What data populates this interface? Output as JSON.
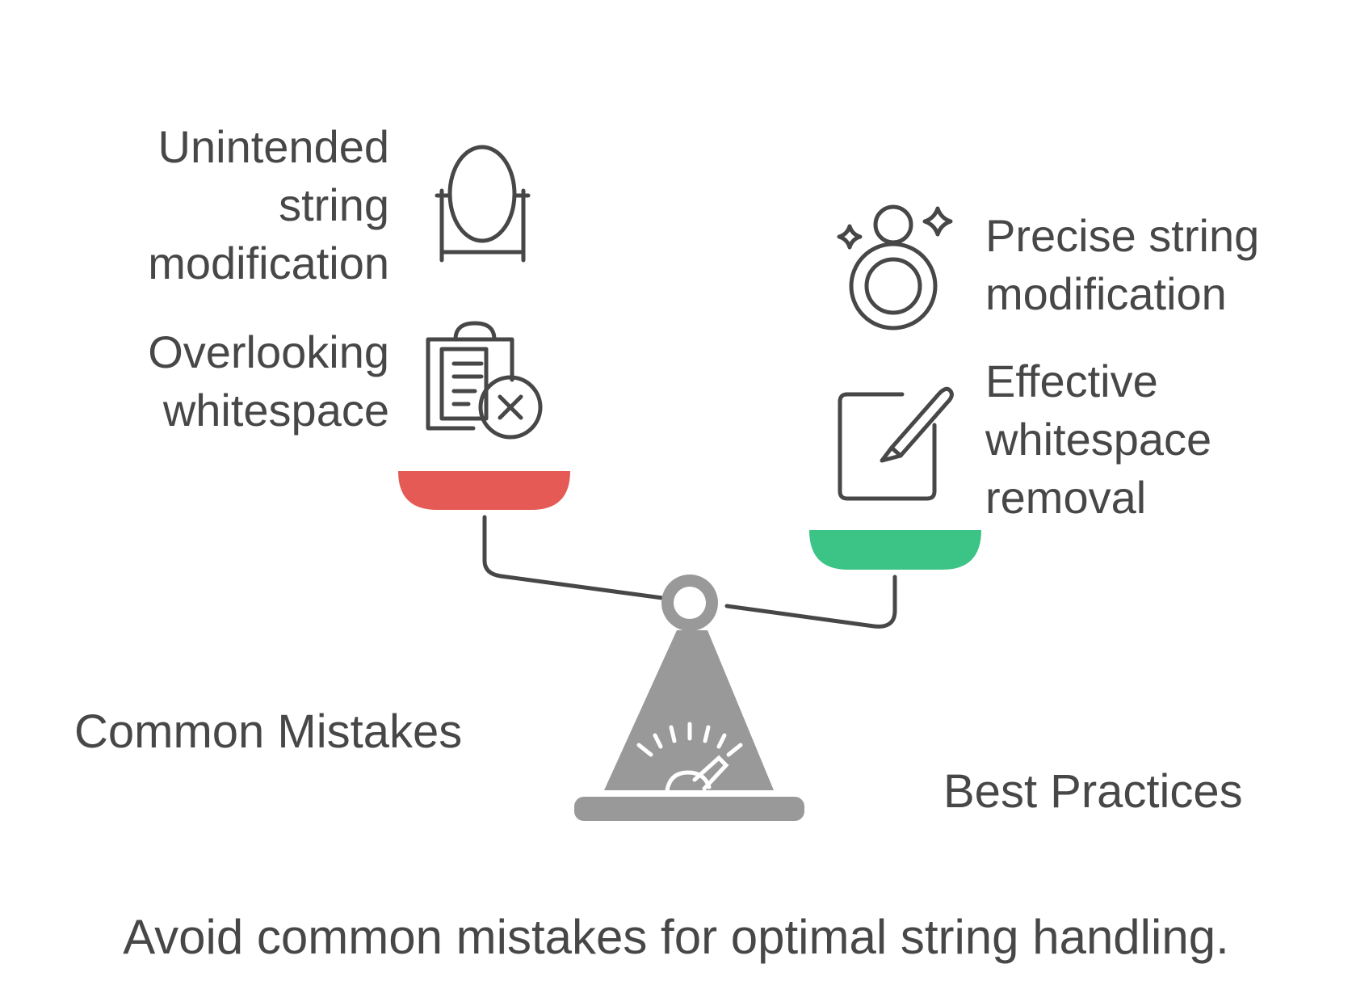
{
  "left_side": {
    "title": "Common Mistakes",
    "color": "#E55A55",
    "items": [
      {
        "lines": [
          "Unintended",
          "string",
          "modification"
        ],
        "icon": "mirror-icon"
      },
      {
        "lines": [
          "Overlooking",
          "whitespace"
        ],
        "icon": "clipboard-x-icon"
      }
    ]
  },
  "right_side": {
    "title": "Best Practices",
    "color": "#3CC486",
    "items": [
      {
        "lines": [
          "Precise string",
          "modification"
        ],
        "icon": "ring-sparkle-icon"
      },
      {
        "lines": [
          "Effective",
          "whitespace",
          "removal"
        ],
        "icon": "edit-note-icon"
      }
    ]
  },
  "scale_color": "#999999",
  "caption": "Avoid common mistakes for optimal string handling."
}
